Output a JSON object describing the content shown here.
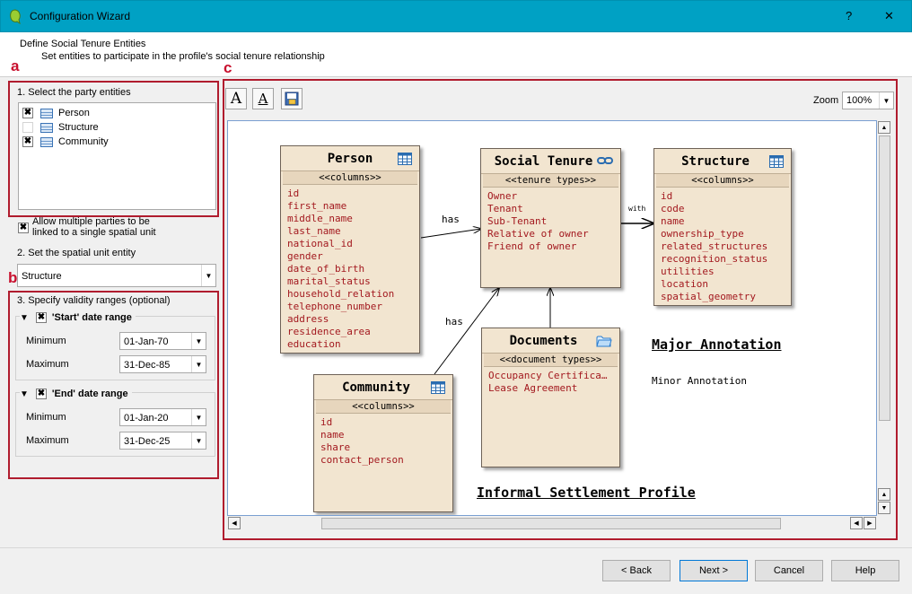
{
  "window": {
    "title": "Configuration Wizard",
    "help_glyph": "?",
    "close_glyph": "✕"
  },
  "header": {
    "title": "Define Social Tenure Entities",
    "subtitle": "Set entities to participate in the profile's social tenure relationship"
  },
  "annotations": {
    "a": "a",
    "b": "b",
    "c": "c"
  },
  "left": {
    "party_label": "1. Select the party entities",
    "parties": [
      {
        "label": "Person",
        "checked": true
      },
      {
        "label": "Structure",
        "checked": false
      },
      {
        "label": "Community",
        "checked": true
      }
    ],
    "allow_multiple": {
      "label": "Allow multiple parties to be linked to a single spatial unit",
      "checked": true
    },
    "spatial_label": "2. Set the spatial unit entity",
    "spatial_value": "Structure",
    "validity_label": "3. Specify validity ranges (optional)",
    "start_group": {
      "title": "'Start' date range",
      "min_label": "Minimum",
      "min_value": "01-Jan-70",
      "max_label": "Maximum",
      "max_value": "31-Dec-85"
    },
    "end_group": {
      "title": "'End' date range",
      "min_label": "Minimum",
      "min_value": "01-Jan-20",
      "max_label": "Maximum",
      "max_value": "31-Dec-25"
    }
  },
  "toolbar": {
    "text_a_glyph": "A",
    "text_a_underline_glyph": "A",
    "zoom_label": "Zoom",
    "zoom_value": "100%"
  },
  "diagram": {
    "person": {
      "name": "Person",
      "stereotype": "<<columns>>",
      "attrs": [
        "id",
        "first_name",
        "middle_name",
        "last_name",
        "national_id",
        "gender",
        "date_of_birth",
        "marital_status",
        "household_relation",
        "telephone_number",
        "address",
        "residence_area",
        "education"
      ]
    },
    "social_tenure": {
      "name": "Social Tenure",
      "stereotype": "<<tenure types>>",
      "attrs": [
        "Owner",
        "Tenant",
        "Sub-Tenant",
        "Relative of owner",
        "Friend of owner"
      ]
    },
    "structure": {
      "name": "Structure",
      "stereotype": "<<columns>>",
      "attrs": [
        "id",
        "code",
        "name",
        "ownership_type",
        "related_structures",
        "recognition_status",
        "utilities",
        "location",
        "spatial_geometry"
      ]
    },
    "community": {
      "name": "Community",
      "stereotype": "<<columns>>",
      "attrs": [
        "id",
        "name",
        "share",
        "contact_person"
      ]
    },
    "documents": {
      "name": "Documents",
      "stereotype": "<<document types>>",
      "attrs": [
        "Occupancy Certifica…",
        "Lease Agreement"
      ]
    },
    "labels": {
      "has_1": "has",
      "has_2": "has",
      "with": "with"
    },
    "major_annotation": "Major Annotation",
    "minor_annotation": "Minor Annotation",
    "profile_title": "Informal Settlement Profile"
  },
  "footer": {
    "back": "< Back",
    "next": "Next >",
    "cancel": "Cancel",
    "help": "Help"
  }
}
